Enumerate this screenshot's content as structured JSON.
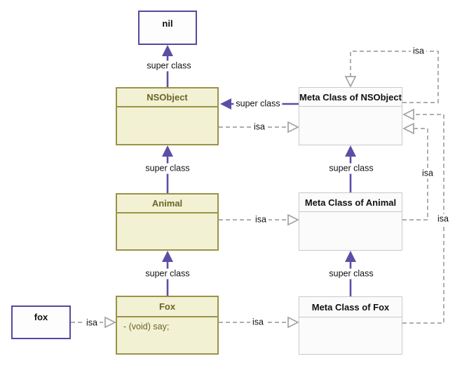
{
  "diagram": {
    "nodes": {
      "nil": {
        "label": "nil"
      },
      "nsobject": {
        "title": "NSObject"
      },
      "meta_nsobject": {
        "title": "Meta Class of NSObject"
      },
      "animal": {
        "title": "Animal"
      },
      "meta_animal": {
        "title": "Meta Class of Animal"
      },
      "fox_class": {
        "title": "Fox",
        "method": "- (void) say;"
      },
      "meta_fox": {
        "title": "Meta Class of Fox"
      },
      "fox_instance": {
        "label": "fox"
      }
    },
    "edge_labels": {
      "super_class": "super class",
      "isa": "isa"
    },
    "edges": [
      {
        "from": "NSObject",
        "to": "nil",
        "label": "super class",
        "style": "solid-purple"
      },
      {
        "from": "Animal",
        "to": "NSObject",
        "label": "super class",
        "style": "solid-purple"
      },
      {
        "from": "Fox",
        "to": "Animal",
        "label": "super class",
        "style": "solid-purple"
      },
      {
        "from": "Meta Class of NSObject",
        "to": "NSObject",
        "label": "super class",
        "style": "solid-purple"
      },
      {
        "from": "Meta Class of Animal",
        "to": "Meta Class of NSObject",
        "label": "super class",
        "style": "solid-purple"
      },
      {
        "from": "Meta Class of Fox",
        "to": "Meta Class of Animal",
        "label": "super class",
        "style": "solid-purple"
      },
      {
        "from": "fox",
        "to": "Fox",
        "label": "isa",
        "style": "dashed-gray"
      },
      {
        "from": "NSObject",
        "to": "Meta Class of NSObject",
        "label": "isa",
        "style": "dashed-gray"
      },
      {
        "from": "Animal",
        "to": "Meta Class of Animal",
        "label": "isa",
        "style": "dashed-gray"
      },
      {
        "from": "Fox",
        "to": "Meta Class of Fox",
        "label": "isa",
        "style": "dashed-gray"
      },
      {
        "from": "Meta Class of NSObject",
        "to": "Meta Class of NSObject",
        "label": "isa",
        "style": "dashed-gray"
      },
      {
        "from": "Meta Class of Animal",
        "to": "Meta Class of NSObject",
        "label": "isa",
        "style": "dashed-gray"
      },
      {
        "from": "Meta Class of Fox",
        "to": "Meta Class of NSObject",
        "label": "isa",
        "style": "dashed-gray"
      }
    ],
    "colors": {
      "purple_arrow": "#5b4fa5",
      "purple_border": "#5249a0",
      "gray_dashed": "#a3a3a3",
      "class_fill": "#f3f1d4",
      "class_border": "#9a9347",
      "class_text": "#6b6426",
      "meta_fill": "#fbfbfb",
      "meta_border": "#c9c9c9",
      "label_text": "#111111"
    }
  }
}
